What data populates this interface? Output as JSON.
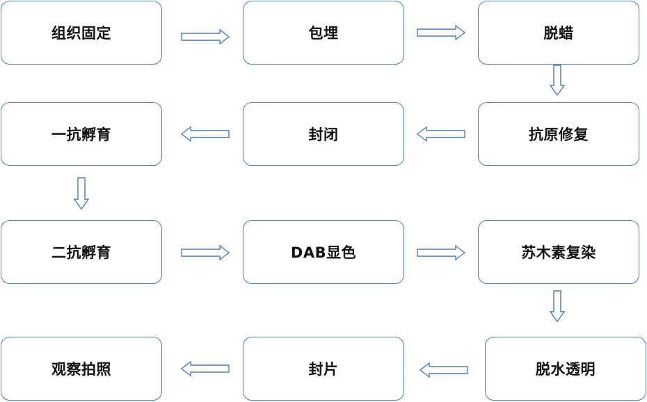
{
  "diagram": {
    "steps": [
      "组织固定",
      "包埋",
      "脱蜡",
      "抗原修复",
      "封闭",
      "一抗孵育",
      "二抗孵育",
      "DAB显色",
      "苏木素复染",
      "脱水透明",
      "封片",
      "观察拍照"
    ],
    "colors": {
      "box_border": "#4f79b8",
      "arrow_outline": "#4f79b8",
      "text": "#111111",
      "background": "#ffffff"
    },
    "arrow_style": "outlined block arrows"
  }
}
